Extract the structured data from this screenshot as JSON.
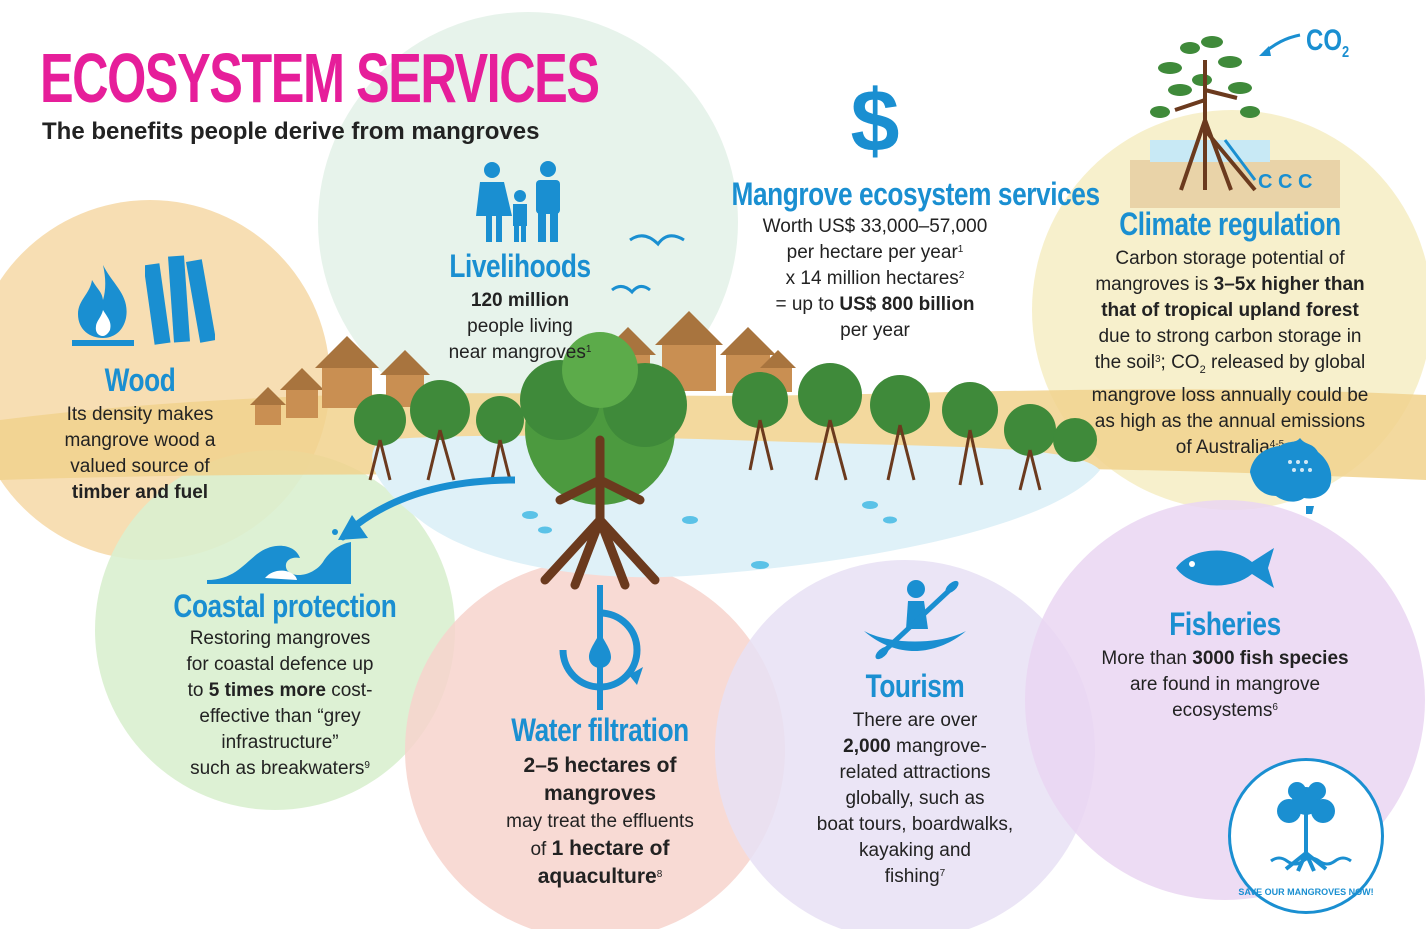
{
  "title": "ECOSYSTEM SERVICES",
  "subtitle": "The benefits people derive from mangroves",
  "colors": {
    "title": "#e61e9a",
    "heading": "#1a8fd1",
    "wood": "#f6d8a6",
    "livelihoods": "#e3f1e8",
    "coastal": "#d9f0cf",
    "water": "#f7d3cc",
    "tourism": "#e7e0f4",
    "fisheries": "#ead6f2",
    "climate": "#f6eec6"
  },
  "co2_label": "CO",
  "co2_sub": "2",
  "wood": {
    "heading": "Wood",
    "lines": [
      "Its density makes",
      "mangrove wood a",
      "valued source of"
    ],
    "bold": "timber and fuel"
  },
  "livelihoods": {
    "heading": "Livelihoods",
    "bold": "120 million",
    "l1": "people living",
    "l2": "near mangroves",
    "sup": "1"
  },
  "mangrove_services": {
    "heading": "Mangrove ecosystem services",
    "l1": "Worth US$ 33,000–57,000",
    "l2": "per hectare per year",
    "l2_sup": "1",
    "l3": "x 14 million hectares",
    "l3_sup": "2",
    "l4_pre": "= up to ",
    "l4_bold": "US$ 800 billion",
    "l5": "per year"
  },
  "climate": {
    "heading": "Climate regulation",
    "l1": "Carbon storage potential of",
    "l2_pre": "mangroves is ",
    "l2_bold": "3–5x higher than",
    "l3_bold": "that of tropical upland forest",
    "l4": "due to strong carbon storage in",
    "l5_pre": "the soil",
    "l5_sup": "3",
    "l5_mid": "; CO",
    "l5_sub": "2",
    "l5_post": " released by global",
    "l6": "mangrove loss annually could be",
    "l7": "as high as the annual emissions",
    "l8": "of Australia",
    "l8_sup": "4-5"
  },
  "coastal": {
    "heading": "Coastal protection",
    "l1": "Restoring mangroves",
    "l2": "for coastal defence up",
    "l3_pre": "to ",
    "l3_bold": "5 times more",
    "l3_post": " cost-",
    "l4": "effective than “grey",
    "l5": "infrastructure”",
    "l6": "such as breakwaters",
    "sup": "9"
  },
  "water": {
    "heading": "Water filtration",
    "bold1": "2–5 hectares of",
    "bold2": "mangroves",
    "l3": "may treat the effluents",
    "l4_pre": "of ",
    "l4_bold": "1 hectare of",
    "l5_bold": "aquaculture",
    "sup": "8"
  },
  "tourism": {
    "heading": "Tourism",
    "l1": "There are over",
    "l2_bold": "2,000",
    "l2_post": " mangrove-",
    "l3": "related attractions",
    "l4": "globally, such as",
    "l5": "boat tours, boardwalks,",
    "l6": "kayaking and",
    "l7": "fishing",
    "sup": "7"
  },
  "fisheries": {
    "heading": "Fisheries",
    "l1_pre": "More than ",
    "l1_bold": "3000 fish species",
    "l2": "are found in mangrove",
    "l3": "ecosystems",
    "sup": "6"
  },
  "logo_text": "SAVE OUR MANGROVES NOW!"
}
